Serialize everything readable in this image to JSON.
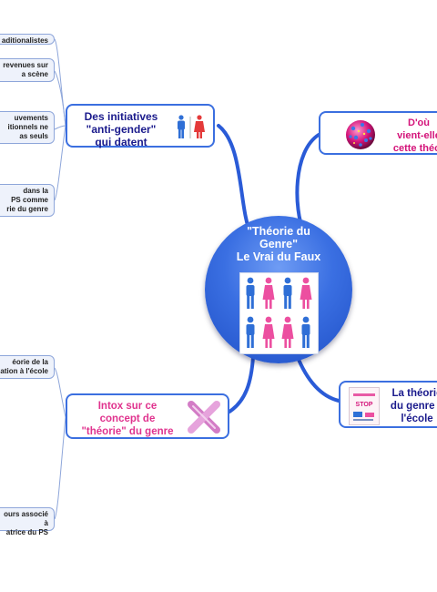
{
  "center": {
    "title_line1": "\"Théorie du",
    "title_line2": "Genre\"",
    "title_line3": "Le Vrai du Faux",
    "icon": "people-group-icon"
  },
  "branches": {
    "initiatives": {
      "line1": "Des initiatives",
      "line2": "\"anti-gender\"",
      "line3": "qui datent",
      "icon": "restroom-man-woman-icon",
      "color": "#1a1a8c"
    },
    "origine": {
      "line1": "D'où",
      "line2": "vient-elle",
      "line3": "cette théor",
      "icon": "virus-ball-icon",
      "color": "#d4147a"
    },
    "ecole": {
      "line1": "La théorie",
      "line2": "du genre à",
      "line3": "l'école",
      "icon": "stop-poster-icon",
      "stop_label": "STOP",
      "color": "#1a1a8c"
    },
    "intox": {
      "line1": "Intox sur ce",
      "line2": "concept de",
      "line3": "\"théorie\" du genre",
      "icon": "pink-cross-icon",
      "color": "#e0338e"
    }
  },
  "leaves": {
    "l1": {
      "line1": "aditionalistes"
    },
    "l2": {
      "line1": "revenues sur",
      "line2": "a scène"
    },
    "l3": {
      "line1": "uvements",
      "line2": "itionnels ne",
      "line3": "as seuls"
    },
    "l4": {
      "line1": "dans la",
      "line2": "PS comme",
      "line3": "rie du genre"
    },
    "l5": {
      "line1": "éorie de la",
      "line2": "ation à l'école"
    },
    "l6": {
      "line1": "ours associé à",
      "line2": "atrice du PS"
    }
  },
  "colors": {
    "center": "#3a6fe2",
    "connector": "#2a5bd7",
    "leaf_border": "#8ea6da",
    "man": "#2f6fd6",
    "woman": "#ec4fa0"
  }
}
